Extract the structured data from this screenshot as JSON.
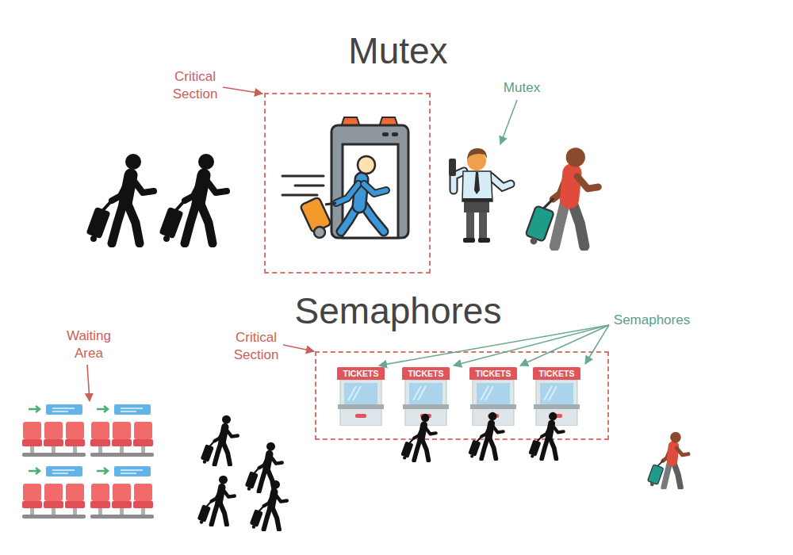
{
  "diagram": {
    "nodes": [
      {
        "text": [
          "Critical Section"
        ]
      },
      {
        "text": [
          "Critical Section"
        ]
      },
      {
        "text": [
          "TICKETS"
        ],
        "in": 1
      },
      {
        "text": [
          "TICKETS"
        ],
        "in": 1
      },
      {
        "text": [
          "TICKETS"
        ],
        "in": 1
      },
      {
        "text": [
          "TICKETS"
        ],
        "in": 1
      }
    ],
    "labels": [
      "Mutex",
      "Mutex",
      "Semaphores",
      "Waiting Area",
      "Semaphores"
    ]
  }
}
